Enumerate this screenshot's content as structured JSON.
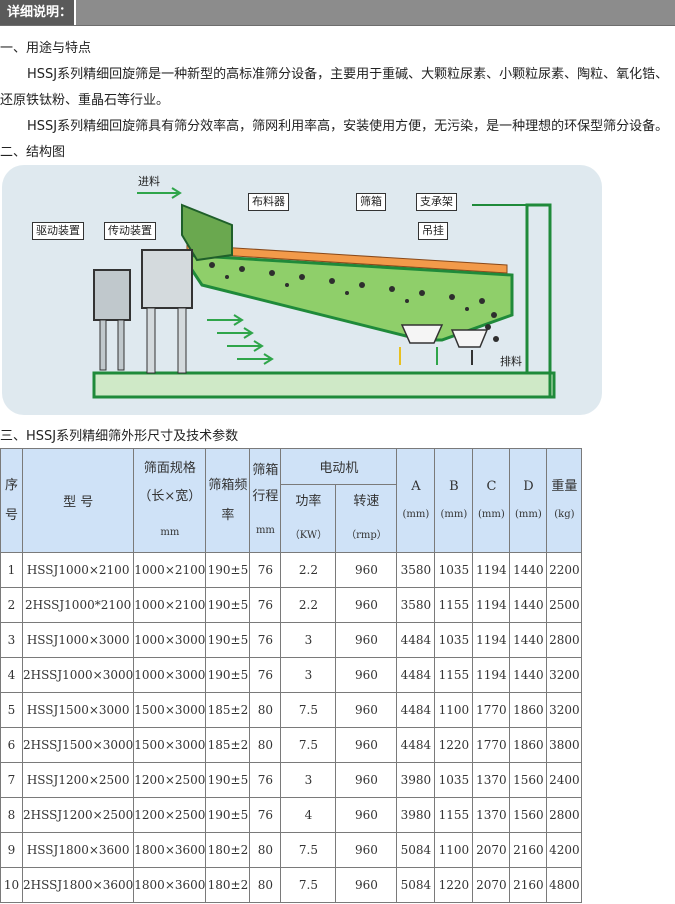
{
  "header": {
    "tab_label": "详细说明："
  },
  "sections": {
    "s1_title": "一、用途与特点",
    "s1_p1_line1": "HSSJ系列精细回旋筛是一种新型的高标准筛分设备，主要用于重碱、大颗粒尿素、小颗粒尿素、陶粒、氧化锆、",
    "s1_p1_line2": "还原铁钛粉、重晶石等行业。",
    "s1_p2": "HSSJ系列精细回旋筛具有筛分效率高，筛网利用率高，安装使用方便，无污染，是一种理想的环保型筛分设备。",
    "s2_title": "二、结构图",
    "s3_title": "三、HSSJ系列精细筛外形尺寸及技术参数"
  },
  "diagram": {
    "labels": {
      "feed_in": "进料",
      "distributor": "布料器",
      "screen_box": "筛箱",
      "support_frame": "支承架",
      "drive_device": "驱动装置",
      "transmission": "传动装置",
      "hanger": "吊挂",
      "discharge": "排料"
    }
  },
  "table": {
    "headers": {
      "seq": "序号",
      "model": "型 号",
      "screen_size": "筛面规格（长×宽）",
      "screen_size_unit": "mm",
      "frequency": "筛箱频率",
      "stroke": "筛箱行程",
      "stroke_unit": "mm",
      "motor": "电动机",
      "power": "功率",
      "power_unit": "（KW）",
      "speed": "转速",
      "speed_unit": "（rmp）",
      "A": "A",
      "A_unit": "(mm)",
      "B": "B",
      "B_unit": "(mm)",
      "C": "C",
      "C_unit": "(mm)",
      "D": "D",
      "D_unit": "(mm)",
      "weight": "重量",
      "weight_unit": "(kg)"
    },
    "rows": [
      [
        "1",
        "HSSJ1000×2100",
        "1000×2100",
        "190±5",
        "76",
        "2.2",
        "960",
        "3580",
        "1035",
        "1194",
        "1440",
        "2200"
      ],
      [
        "2",
        "2HSSJ1000*2100",
        "1000×2100",
        "190±5",
        "76",
        "2.2",
        "960",
        "3580",
        "1155",
        "1194",
        "1440",
        "2500"
      ],
      [
        "3",
        "HSSJ1000×3000",
        "1000×3000",
        "190±5",
        "76",
        "3",
        "960",
        "4484",
        "1035",
        "1194",
        "1440",
        "2800"
      ],
      [
        "4",
        "2HSSJ1000×3000",
        "1000×3000",
        "190±5",
        "76",
        "3",
        "960",
        "4484",
        "1155",
        "1194",
        "1440",
        "3200"
      ],
      [
        "5",
        "HSSJ1500×3000",
        "1500×3000",
        "185±2",
        "80",
        "7.5",
        "960",
        "4484",
        "1100",
        "1770",
        "1860",
        "3200"
      ],
      [
        "6",
        "2HSSJ1500×3000",
        "1500×3000",
        "185±2",
        "80",
        "7.5",
        "960",
        "4484",
        "1220",
        "1770",
        "1860",
        "3800"
      ],
      [
        "7",
        "HSSJ1200×2500",
        "1200×2500",
        "190±5",
        "76",
        "3",
        "960",
        "3980",
        "1035",
        "1370",
        "1560",
        "2400"
      ],
      [
        "8",
        "2HSSJ1200×2500",
        "1200×2500",
        "190±5",
        "76",
        "4",
        "960",
        "3980",
        "1155",
        "1370",
        "1560",
        "2800"
      ],
      [
        "9",
        "HSSJ1800×3600",
        "1800×3600",
        "180±2",
        "80",
        "7.5",
        "960",
        "5084",
        "1100",
        "2070",
        "2160",
        "4200"
      ],
      [
        "10",
        "2HSSJ1800×3600",
        "1800×3600",
        "180±2",
        "80",
        "7.5",
        "960",
        "5084",
        "1220",
        "2070",
        "2160",
        "4800"
      ]
    ]
  }
}
